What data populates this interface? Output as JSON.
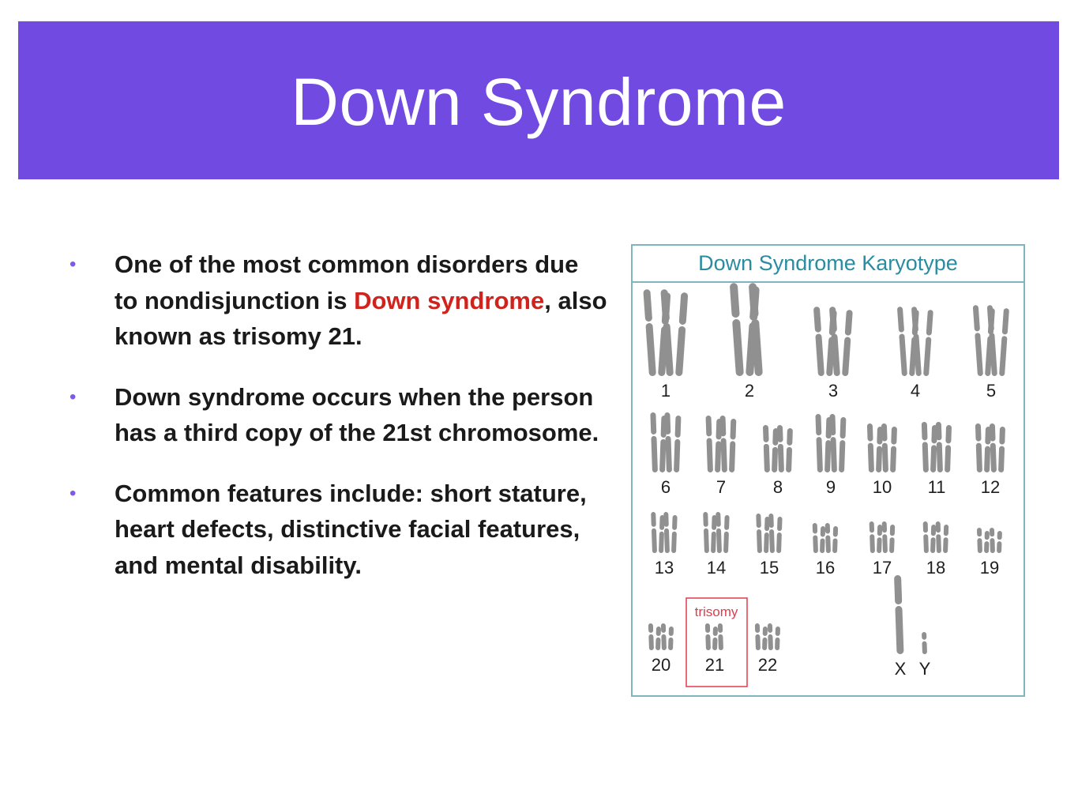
{
  "title": "Down Syndrome",
  "bullets": [
    {
      "before": "One of the most common disorders due to nondisjunction is ",
      "highlight": "Down syndrome",
      "after": ", also known as trisomy 21."
    },
    {
      "text": "Down syndrome occurs when the person has a third copy of the 21st chromosome."
    },
    {
      "text": "Common features include: short stature, heart defects, distinctive facial features, and mental disability."
    }
  ],
  "bullet_symbol": "•",
  "karyotype": {
    "title": "Down Syndrome Karyotype",
    "trisomy_label": "trisomy",
    "labels": [
      "1",
      "2",
      "3",
      "4",
      "5",
      "6",
      "7",
      "8",
      "9",
      "10",
      "11",
      "12",
      "13",
      "14",
      "15",
      "16",
      "17",
      "18",
      "19",
      "20",
      "21",
      "22",
      "X",
      "Y"
    ]
  },
  "colors": {
    "title_bar": "#714ae2",
    "highlight": "#d0231d",
    "bullet": "#7d5ae8",
    "karyotype_border": "#7fb6bd",
    "karyotype_title": "#2a8ca0",
    "trisomy": "#e03c4c"
  }
}
